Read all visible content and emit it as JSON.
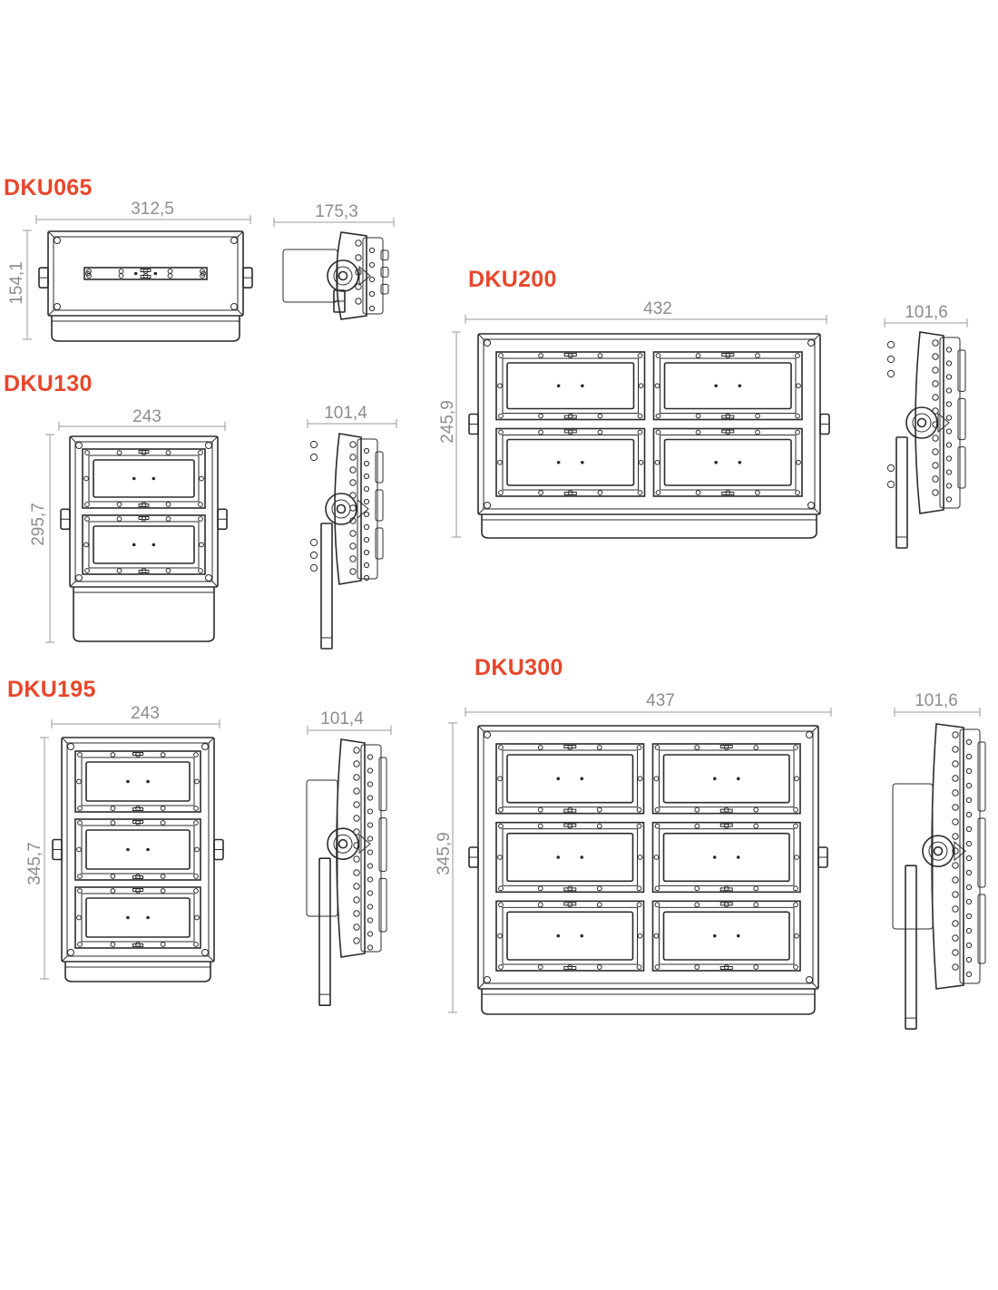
{
  "accent_color": "#e8472c",
  "products": [
    {
      "id": "dku065",
      "title": "DKU065",
      "width": "312,5",
      "height": "154,1",
      "depth": "175,3",
      "modules_rows": 1,
      "modules_cols": 1
    },
    {
      "id": "dku130",
      "title": "DKU130",
      "width": "243",
      "height": "295,7",
      "depth": "101,4",
      "modules_rows": 2,
      "modules_cols": 1
    },
    {
      "id": "dku195",
      "title": "DKU195",
      "width": "243",
      "height": "345,7",
      "depth": "101,4",
      "modules_rows": 3,
      "modules_cols": 1
    },
    {
      "id": "dku200",
      "title": "DKU200",
      "width": "432",
      "height": "245,9",
      "depth": "101,6",
      "modules_rows": 2,
      "modules_cols": 2
    },
    {
      "id": "dku300",
      "title": "DKU300",
      "width": "437",
      "height": "345,9",
      "depth": "101,6",
      "modules_rows": 3,
      "modules_cols": 2
    }
  ]
}
